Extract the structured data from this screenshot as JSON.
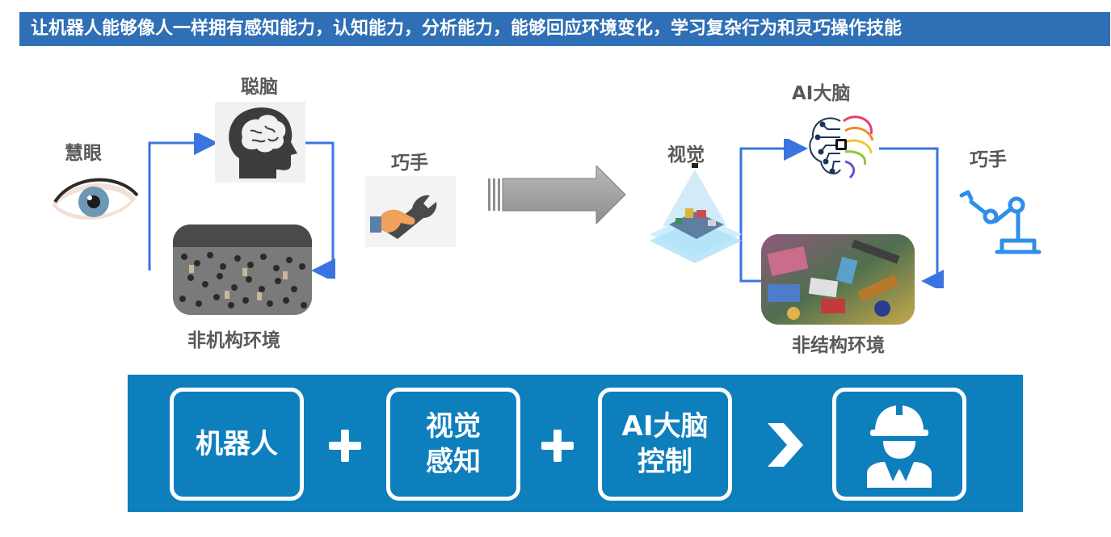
{
  "banner": {
    "text": "让机器人能够像人一样拥有感知能力，认知能力，分析能力，能够回应环境变化，学习复杂行为和灵巧操作技能"
  },
  "left": {
    "eye_label": "慧眼",
    "brain_label": "聪脑",
    "hand_label": "巧手",
    "env_label": "非机构环境"
  },
  "right": {
    "vision_label": "视觉",
    "ai_brain_label": "AI大脑",
    "hand_label": "巧手",
    "env_label": "非结构环境"
  },
  "bottom": {
    "cards": [
      {
        "line1": "机器人"
      },
      {
        "line1": "视觉",
        "line2": "感知"
      },
      {
        "line1": "AI大脑",
        "line2": "控制"
      }
    ]
  },
  "colors": {
    "banner": "#2f6fb5",
    "strip": "#0e7fbd",
    "loop_lines": "#3b74e0",
    "label_gray": "#595959",
    "robot_arm": "#2f8fe8"
  }
}
